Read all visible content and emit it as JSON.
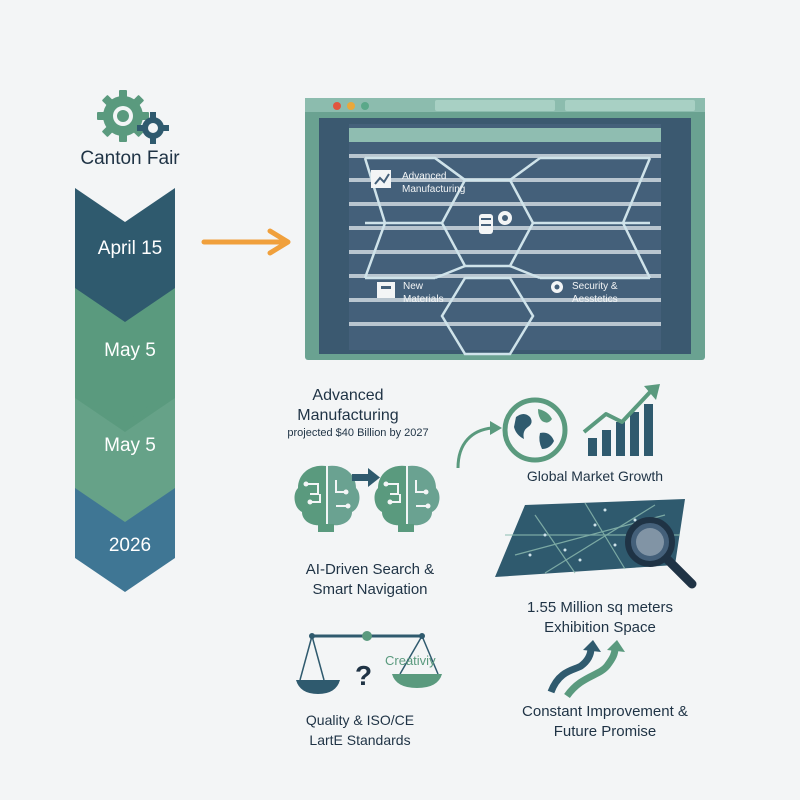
{
  "brand": {
    "title": "Canton Fair",
    "icon": "gears-icon"
  },
  "timeline": [
    {
      "label": "April 15",
      "color": "#2f5a6e"
    },
    {
      "label": "May 5",
      "color": "#5a9a7e"
    },
    {
      "label": "May 5",
      "color": "#5a9a7e"
    },
    {
      "label": "2026",
      "color": "#3f7694"
    }
  ],
  "portal": {
    "tiles": {
      "advanced": "Advanced Manufacturing",
      "materials": "New Materials",
      "security": "Security & Aesstetics"
    }
  },
  "features": {
    "manufacturing": {
      "title": "Advanced Manufacturing",
      "subtitle": "projected $40 Billion by 2027"
    },
    "ai": {
      "title": "AI-Driven Search & Smart Navigation"
    },
    "market": {
      "title": "Global Market Growth"
    },
    "space": {
      "title": "1.55 Million sq meters Exhibition Space"
    },
    "quality": {
      "title": "Quality & ISO/CE LartE Standards",
      "scale_word": "Creativiy",
      "question": "?"
    },
    "improvement": {
      "title": "Constant Improvement & Future Promise"
    }
  },
  "colors": {
    "navy": "#1f3345",
    "green": "#5a9a7e",
    "teal": "#2f5a6e",
    "blue": "#3f7694",
    "orange": "#f0a03c",
    "slat": "#44607a"
  }
}
